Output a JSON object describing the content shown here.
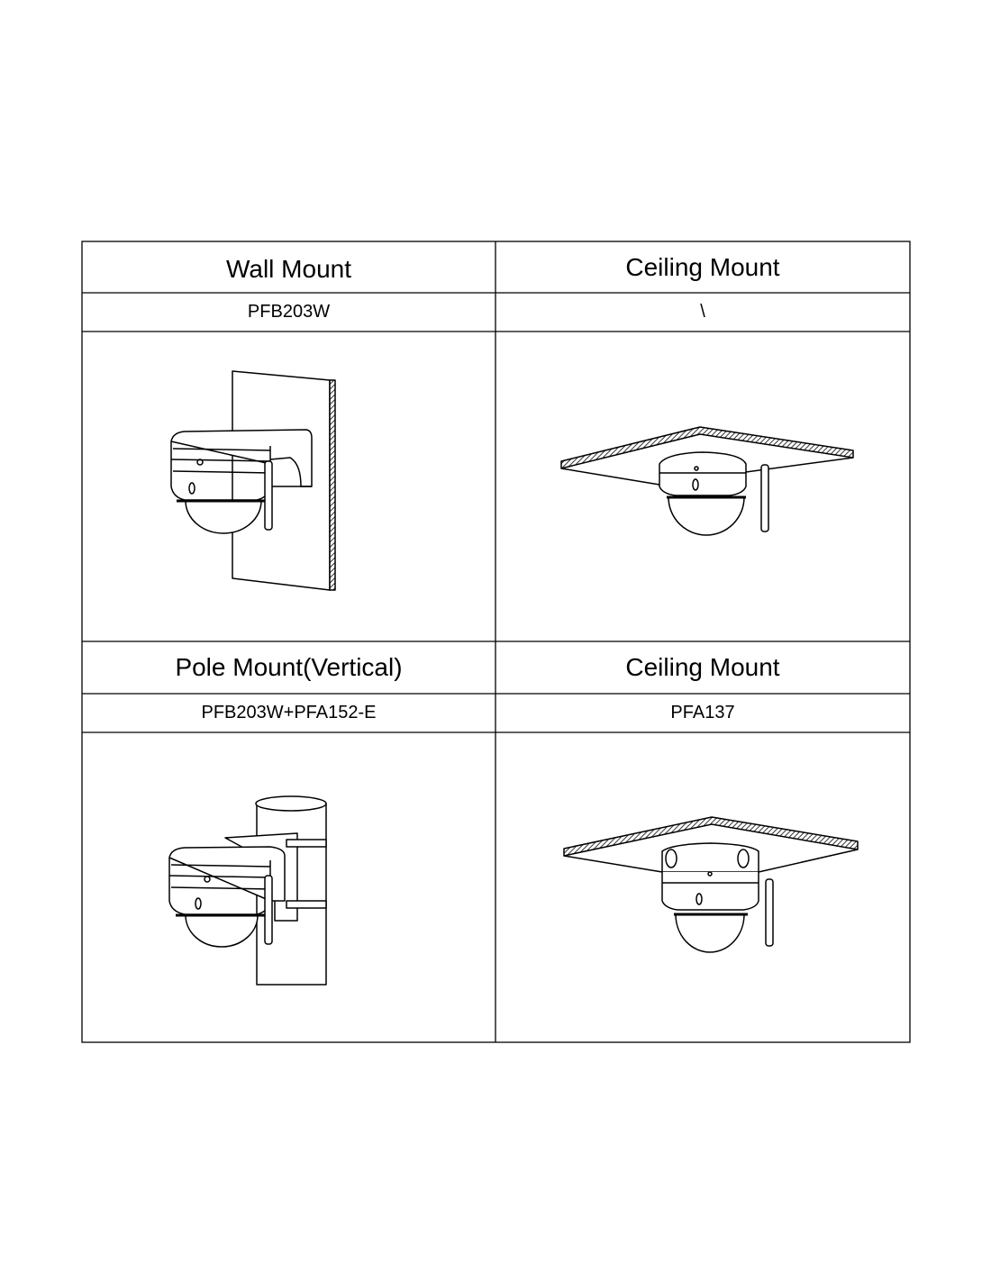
{
  "table": {
    "rows": [
      {
        "left": {
          "title": "Wall Mount",
          "model": "PFB203W"
        },
        "right": {
          "title": "Ceiling Mount",
          "model": "\\"
        }
      },
      {
        "left": {
          "title": "Pole Mount(Vertical)",
          "model": "PFB203W+PFA152-E"
        },
        "right": {
          "title": "Ceiling Mount",
          "model": "PFA137"
        }
      }
    ]
  }
}
